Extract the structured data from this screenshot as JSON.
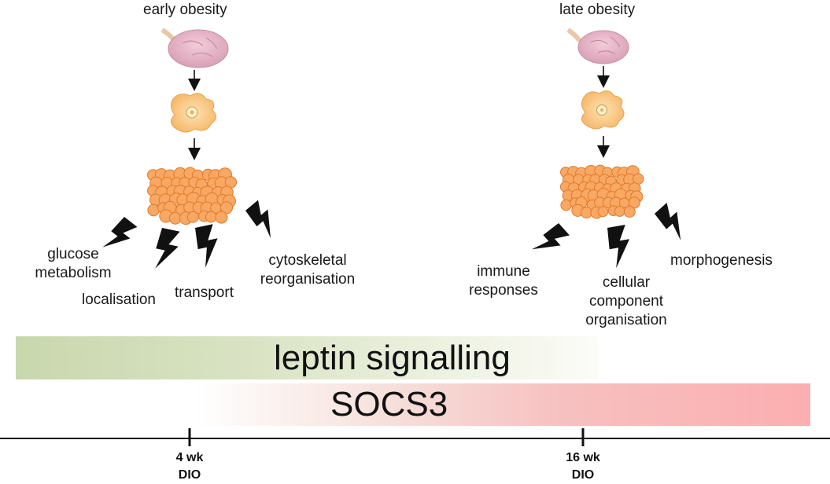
{
  "panels": {
    "early": {
      "title": "early obesity",
      "labels": {
        "glucose": [
          "glucose",
          "metabolism"
        ],
        "localisation": "localisation",
        "transport": "transport",
        "cytoskeletal": [
          "cytoskeletal",
          "reorganisation"
        ]
      }
    },
    "late": {
      "title": "late obesity",
      "labels": {
        "immune": [
          "immune",
          "responses"
        ],
        "cellular": [
          "cellular",
          "component",
          "organisation"
        ],
        "morphogenesis": "morphogenesis"
      }
    }
  },
  "bars": {
    "leptin": "leptin signalling",
    "socs3": "SOCS3"
  },
  "timeline": {
    "tick1": [
      "4 wk",
      "DIO"
    ],
    "tick2": [
      "16 wk",
      "DIO"
    ]
  },
  "colors": {
    "leptin_bar": "#c9d7ad",
    "socs3_bar": "#fcaeb0",
    "adipocyte_cluster": "#f7a55f",
    "brain": "#e8b7c9",
    "cell": "#f9c87e"
  },
  "icons": [
    "brain-icon",
    "hypothalamic-cell-icon",
    "adipocyte-cluster-icon",
    "lightning-bolt-icon",
    "down-arrow-icon"
  ]
}
